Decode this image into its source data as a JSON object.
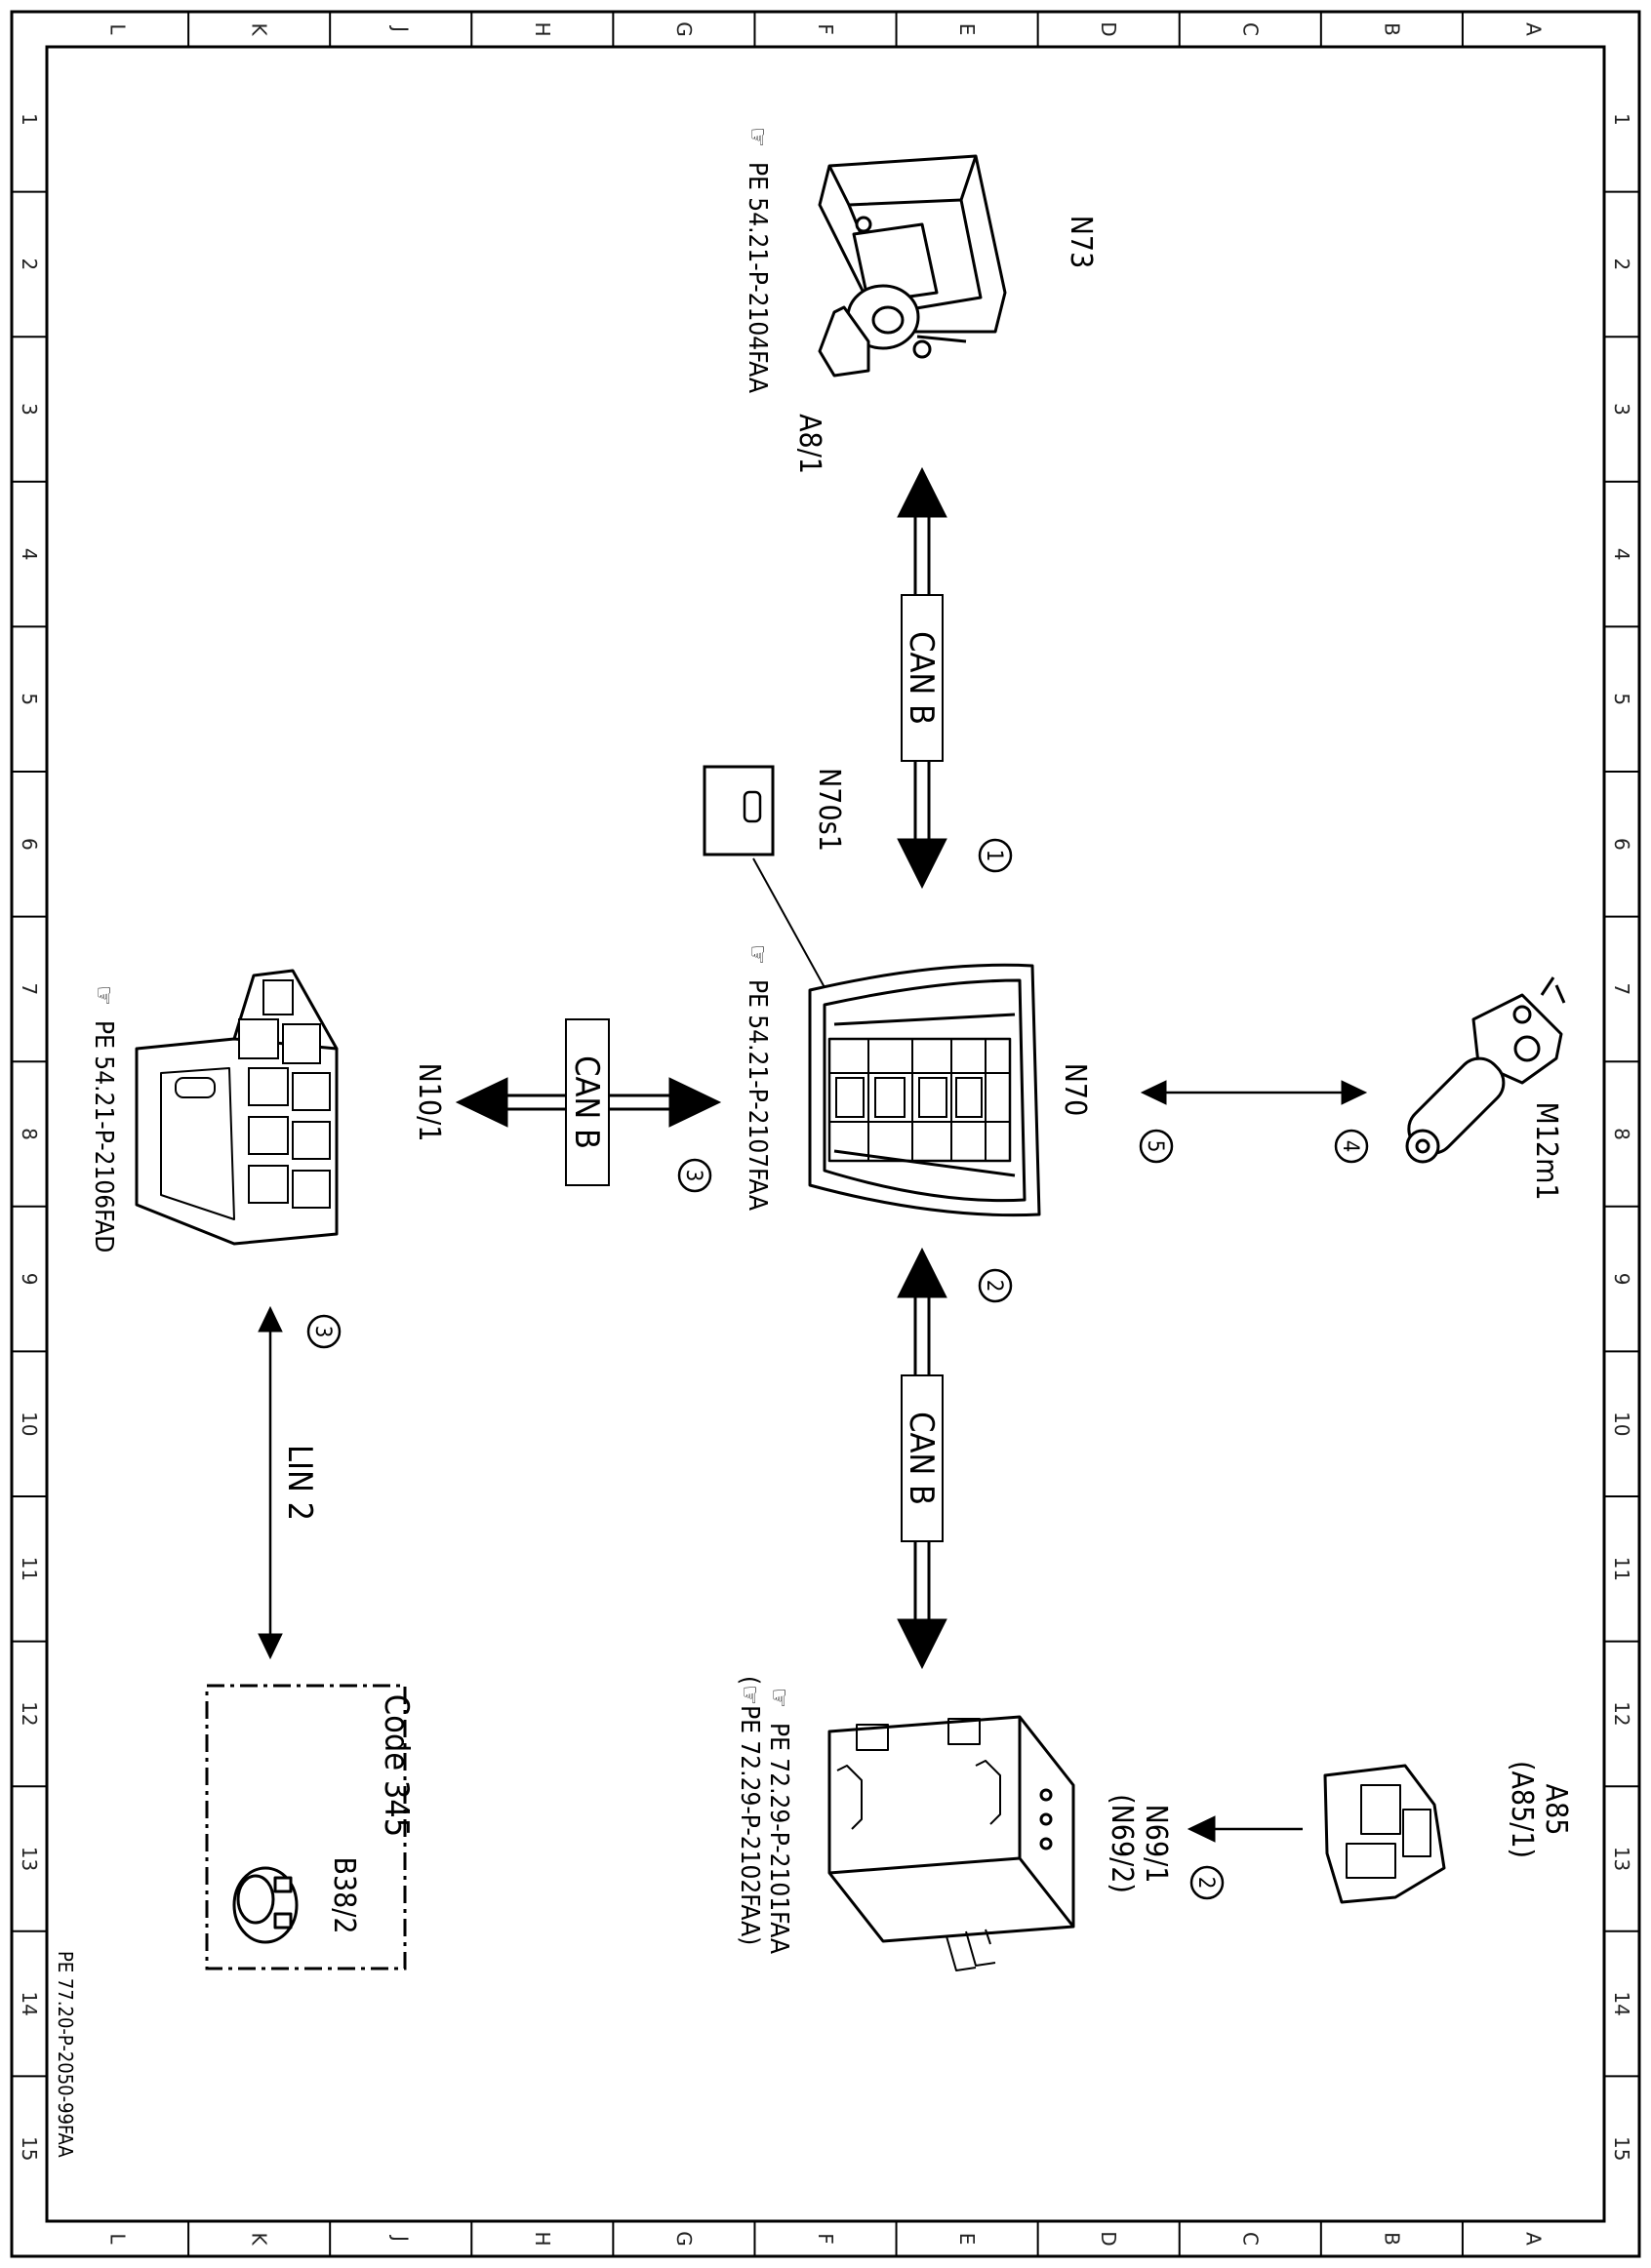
{
  "sheet": {
    "columns": [
      "L",
      "K",
      "J",
      "H",
      "G",
      "F",
      "E",
      "D",
      "C",
      "B",
      "A"
    ],
    "rows": [
      "1",
      "2",
      "3",
      "4",
      "5",
      "6",
      "7",
      "8",
      "9",
      "10",
      "11",
      "12",
      "13",
      "14",
      "15"
    ],
    "document_number": "PE 77.20-P-2050-99FAA"
  },
  "components": {
    "n73": {
      "label": "N73",
      "sublabel": "A8/1",
      "ref": "PE  54.21-P-2104FAA"
    },
    "n70": {
      "label": "N70",
      "ref": "PE  54.21-P-2107FAA"
    },
    "n70s1": {
      "label": "N70s1"
    },
    "m12m1": {
      "label": "M12m1"
    },
    "n10_1": {
      "label": "N10/1",
      "ref": "PE  54.21-P-2106FAD"
    },
    "n69": {
      "label": "N69/1",
      "sublabel": "(N69/2)",
      "ref1": "PE  72.29-P-2101FAA",
      "ref2": "(☞PE  72.29-P-2102FAA)"
    },
    "a85": {
      "label": "A85",
      "sublabel": "(A85/1)"
    },
    "b38_2": {
      "label": "B38/2",
      "code": "Code  345"
    }
  },
  "connections": {
    "can_top": {
      "label": "CAN  B",
      "marker": "1"
    },
    "can_left": {
      "label": "CAN  B",
      "marker": "3"
    },
    "can_bottom": {
      "label": "CAN  B",
      "marker": "2"
    },
    "lin": {
      "label": "LIN  2",
      "marker": "3"
    },
    "m12_link": {
      "marker_left": "5",
      "marker_right": "4"
    },
    "a85_link": {
      "marker": "2"
    }
  }
}
